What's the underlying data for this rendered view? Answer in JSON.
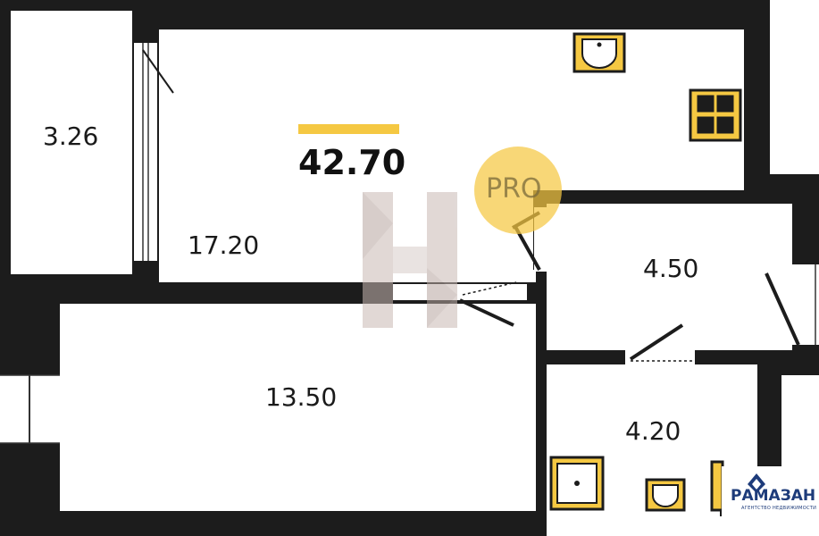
{
  "plan": {
    "total_area": "42.70",
    "rooms": [
      {
        "id": "balcony",
        "area": "3.26"
      },
      {
        "id": "kitchen-living",
        "area": "17.20"
      },
      {
        "id": "bedroom",
        "area": "13.50"
      },
      {
        "id": "bathroom",
        "area": "4.50"
      },
      {
        "id": "hallway",
        "area": "4.20"
      }
    ]
  },
  "watermark": {
    "badge_text": "PRO"
  },
  "logo": {
    "name": "РАМАЗАН",
    "subtitle": "АГЕНТСТВО НЕДВИЖИМОСТИ"
  },
  "colors": {
    "wall": "#1c1c1c",
    "accent": "#f5c842",
    "fixture_fill": "#f5c842",
    "logo": "#1d3b7a"
  }
}
